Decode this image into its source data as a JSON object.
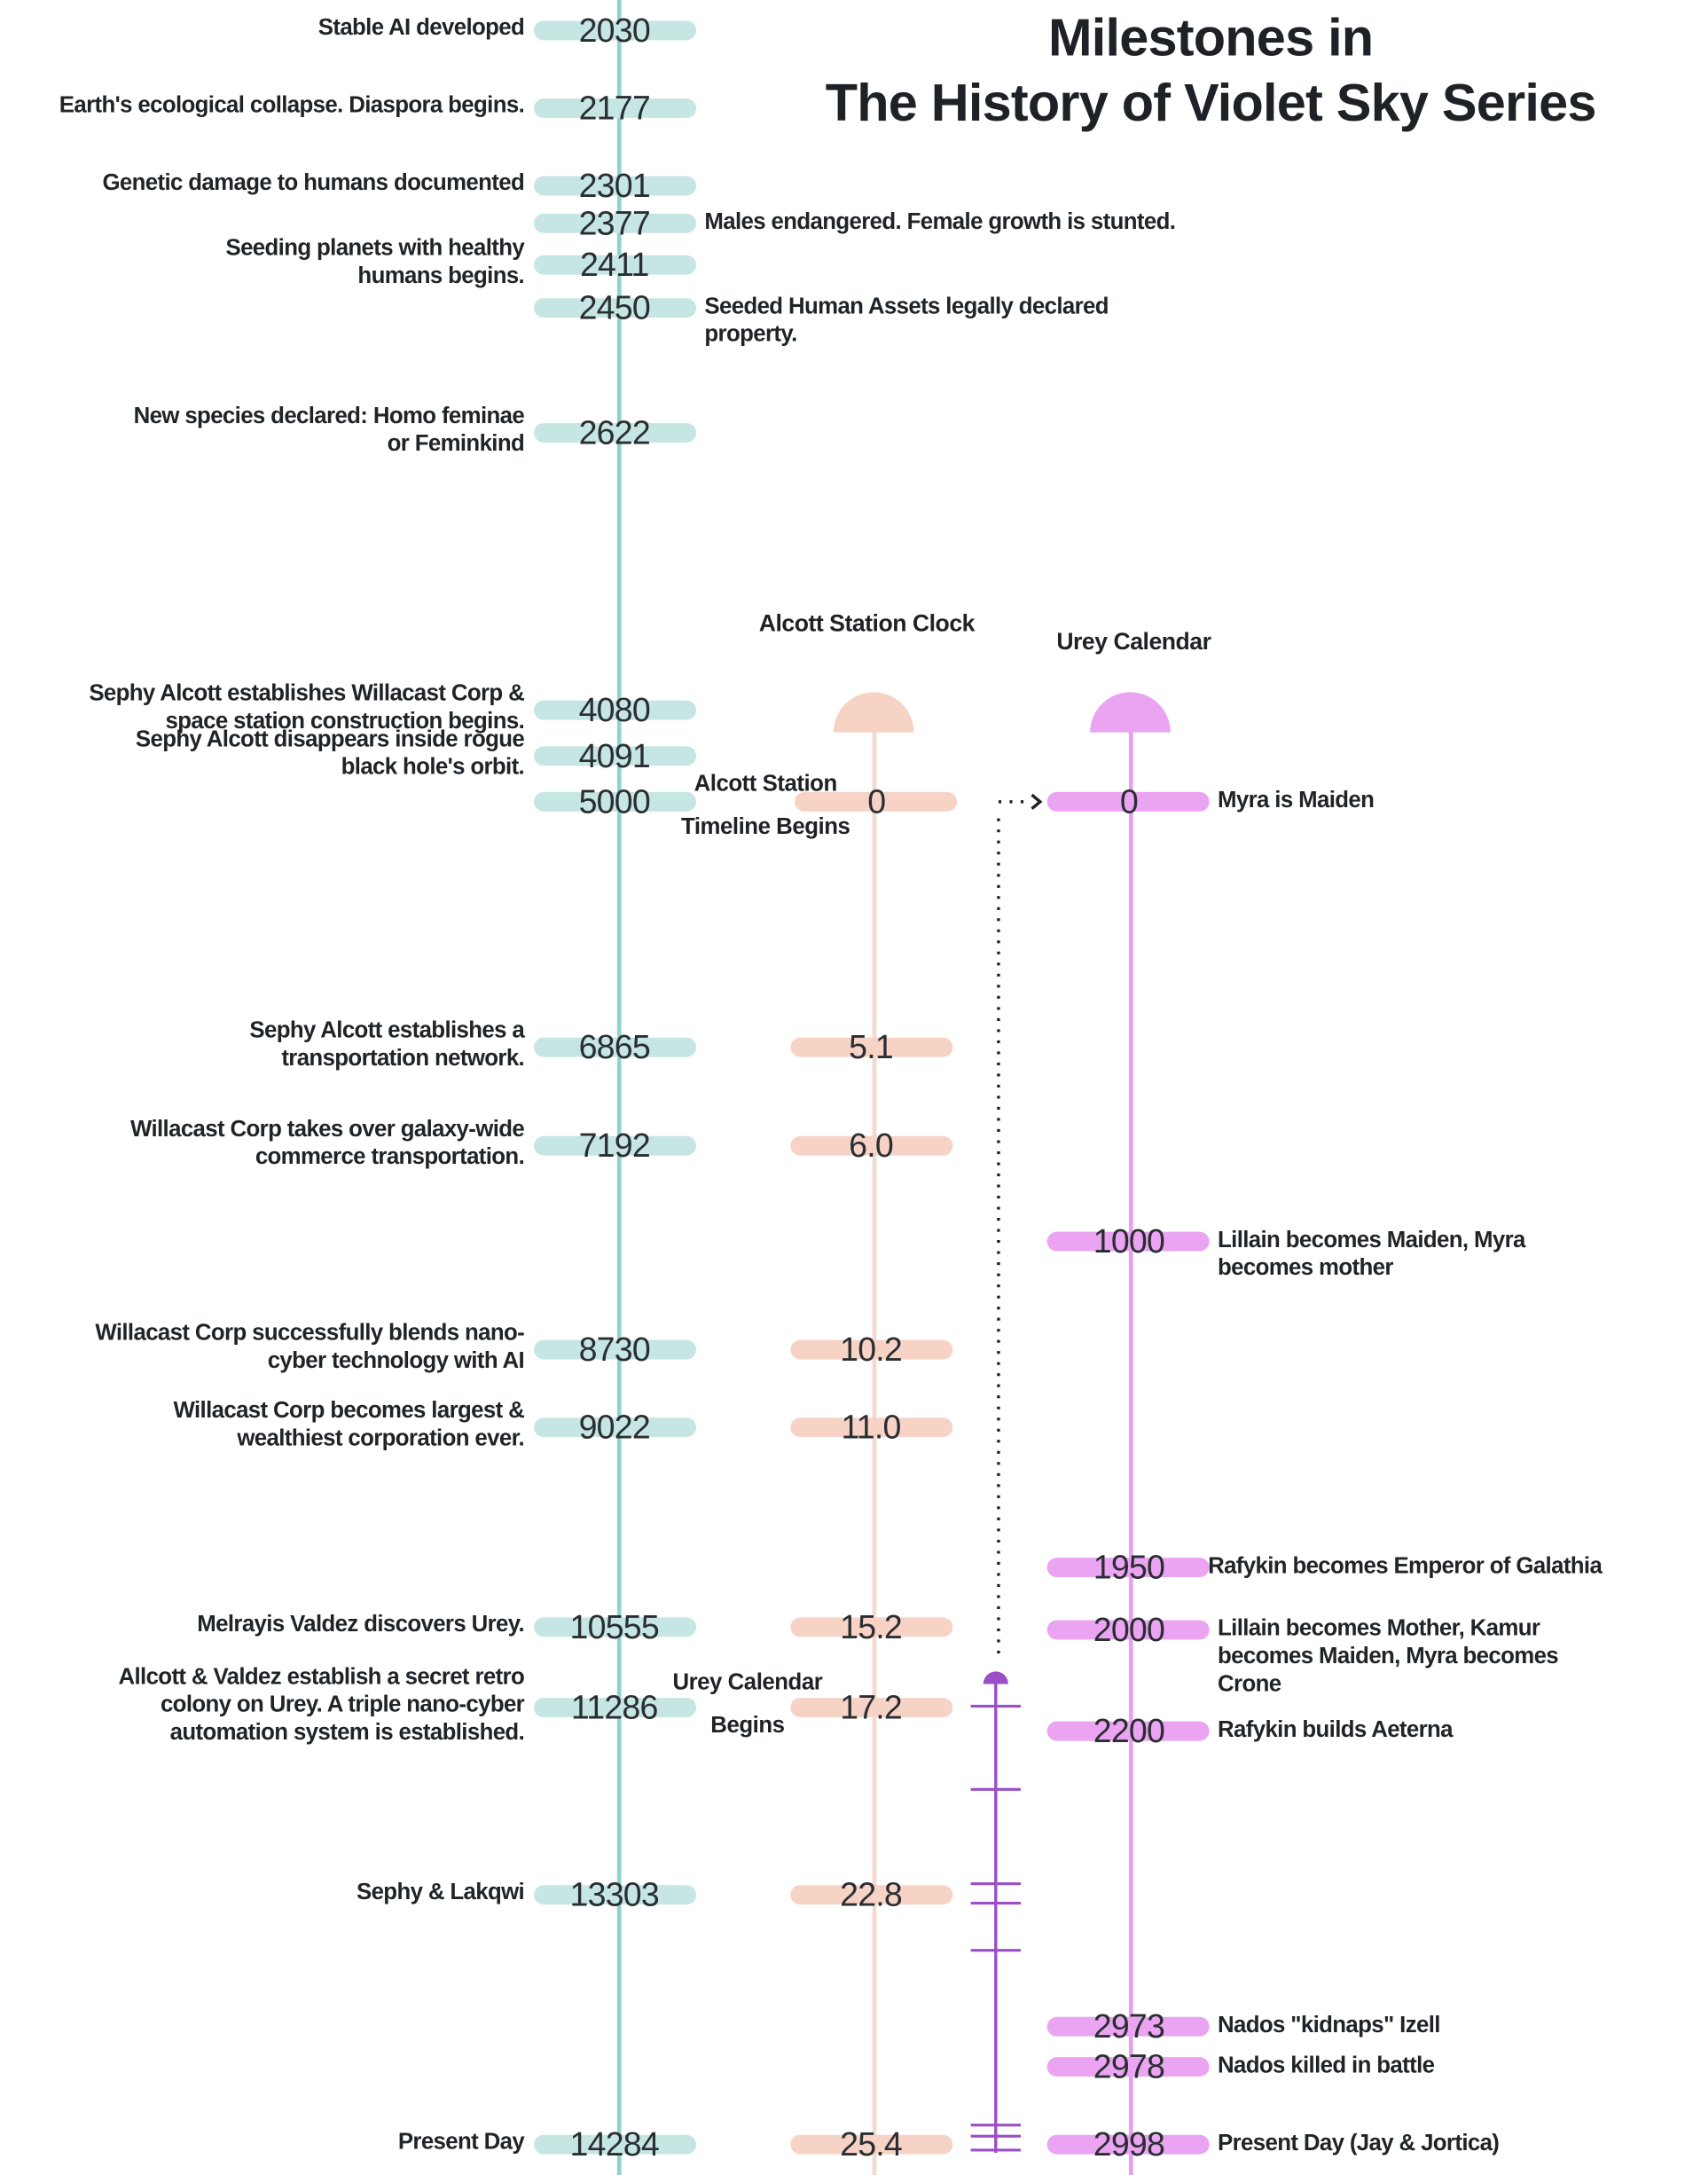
{
  "title": {
    "line1": "Milestones in",
    "line2": "The History of Violet  Sky Series"
  },
  "colors": {
    "main": "#8fd3cf",
    "main_pill": "#c6e6e3",
    "alcott": "#f4d9cf",
    "alcott_pill": "#f7d3c6",
    "urey": "#e89ff0",
    "urey_pill": "#eba4f1",
    "urey_begins": "#9b4fc6"
  },
  "columns": {
    "alcott": "Alcott Station Clock",
    "urey": "Urey Calendar"
  },
  "annotations": {
    "alcott_begins": "Alcott Station Timeline Begins",
    "urey_begins": "Urey Calendar Begins"
  },
  "main_timeline": [
    {
      "year": "2030",
      "label": "Stable AI developed",
      "side": "left"
    },
    {
      "year": "2177",
      "label": "Earth's ecological collapse. Diaspora begins.",
      "side": "left"
    },
    {
      "year": "2301",
      "label": "Genetic damage to humans documented",
      "side": "left"
    },
    {
      "year": "2377",
      "label": "Males endangered. Female growth is stunted.",
      "side": "right"
    },
    {
      "year": "2411",
      "label": "Seeding planets with healthy\nhumans begins.",
      "side": "left"
    },
    {
      "year": "2450",
      "label": "Seeded Human Assets legally declared\nproperty.",
      "side": "right"
    },
    {
      "year": "2622",
      "label": "New species declared: Homo feminae\nor Feminkind",
      "side": "left"
    },
    {
      "year": "4080",
      "label": "Sephy Alcott establishes Willacast Corp &\nspace station construction begins.",
      "side": "left"
    },
    {
      "year": "4091",
      "label": "Sephy Alcott disappears inside rogue\nblack hole's orbit.",
      "side": "left"
    },
    {
      "year": "5000",
      "label": "",
      "side": "left"
    },
    {
      "year": "6865",
      "label": "Sephy Alcott establishes a\ntransportation network.",
      "side": "left"
    },
    {
      "year": "7192",
      "label": "Willacast Corp takes over galaxy-wide\ncommerce transportation.",
      "side": "left"
    },
    {
      "year": "8730",
      "label": "Willacast Corp successfully blends nano-\ncyber technology with AI",
      "side": "left"
    },
    {
      "year": "9022",
      "label": "Willacast Corp becomes largest &\nwealthiest corporation ever.",
      "side": "left"
    },
    {
      "year": "10555",
      "label": "Melrayis Valdez discovers Urey.",
      "side": "left"
    },
    {
      "year": "11286",
      "label": "Allcott & Valdez establish a secret retro\ncolony on Urey. A triple nano-cyber\nautomation system is established.",
      "side": "left"
    },
    {
      "year": "13303",
      "label": "Sephy & Lakqwi",
      "side": "left"
    },
    {
      "year": "14284",
      "label": "Present Day",
      "side": "left"
    }
  ],
  "alcott_timeline": [
    "0",
    "5.1",
    "6.0",
    "10.2",
    "11.0",
    "15.2",
    "17.2",
    "22.8",
    "25.4"
  ],
  "urey_timeline": [
    {
      "year": "0",
      "label": "Myra is Maiden"
    },
    {
      "year": "1000",
      "label": "Lillain becomes Maiden, Myra\nbecomes mother"
    },
    {
      "year": "1950",
      "label": "Rafykin becomes Emperor of Galathia"
    },
    {
      "year": "2000",
      "label": "Lillain becomes Mother, Kamur\nbecomes Maiden, Myra becomes\nCrone"
    },
    {
      "year": "2200",
      "label": "Rafykin builds Aeterna"
    },
    {
      "year": "2973",
      "label": "Nados \"kidnaps\" Izell"
    },
    {
      "year": "2978",
      "label": "Nados killed in battle"
    },
    {
      "year": "2998",
      "label": "Present Day (Jay & Jortica)"
    }
  ]
}
